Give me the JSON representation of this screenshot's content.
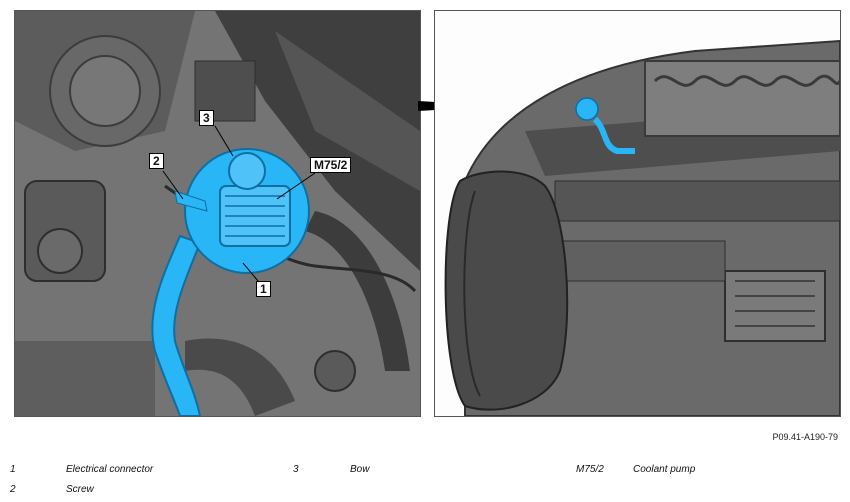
{
  "figure": {
    "reference_code": "P09.41-A190-79",
    "callouts": {
      "c1": "1",
      "c2": "2",
      "c3": "3",
      "m75": "M75/2"
    }
  },
  "legend": [
    {
      "key": "1",
      "text": "Electrical connector"
    },
    {
      "key": "2",
      "text": "Screw"
    },
    {
      "key": "3",
      "text": "Bow"
    },
    {
      "key": "M75/2",
      "text": "Coolant pump"
    }
  ],
  "colors": {
    "highlight": "#29b6f6",
    "engine_shade": "#5f5f5f"
  }
}
